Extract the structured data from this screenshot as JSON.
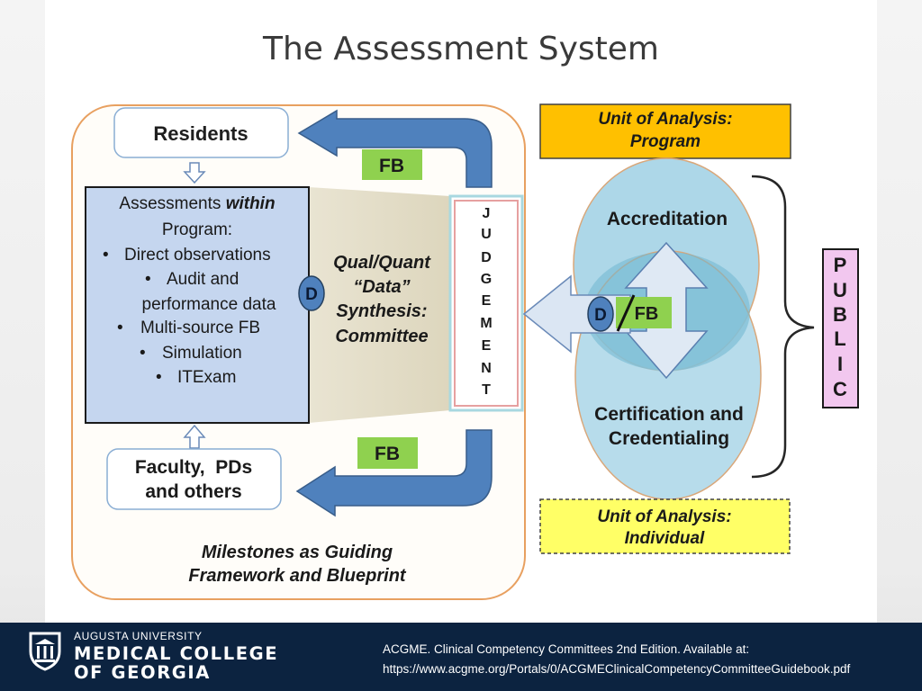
{
  "title": "The Assessment System",
  "residents_label": "Residents",
  "fb_label": "FB",
  "assessments_box": {
    "heading_plain": "Assessments ",
    "heading_emph": "within",
    "heading_line2": "Program:",
    "items": [
      "Direct observations",
      "Audit and",
      "performance data",
      "Multi-source FB",
      "Simulation",
      "ITExam"
    ]
  },
  "data_marker": "D",
  "synthesis_lines": [
    "Qual/Quant",
    "“Data”",
    "Synthesis:",
    "Committee"
  ],
  "judgement_letters": [
    "J",
    "U",
    "D",
    "G",
    "E",
    "M",
    "E",
    "N",
    "T"
  ],
  "faculty_lines": [
    "Faculty,  PDs",
    "and others"
  ],
  "milestones_lines": [
    "Milestones as Guiding",
    "Framework and Blueprint"
  ],
  "unit_program_lines": [
    "Unit of Analysis:",
    "Program"
  ],
  "unit_individual_lines": [
    "Unit of Analysis:",
    "Individual"
  ],
  "accreditation_label": "Accreditation",
  "certification_lines": [
    "Certification and",
    "Credentialing"
  ],
  "public_letters": [
    "P",
    "U",
    "B",
    "L",
    "I",
    "C"
  ],
  "footer": {
    "university": "AUGUSTA UNIVERSITY",
    "college_line1": "MEDICAL COLLEGE",
    "college_line2": "OF GEORGIA",
    "citation_line1": "ACGME. Clinical Competency Committees 2nd Edition. Available at:",
    "citation_line2": "https://www.acgme.org/Portals/0/ACGMEClinicalCompetencyCommitteeGuidebook.pdf"
  },
  "colors": {
    "frame_orange": "#e8a060",
    "assess_fill": "#c5d6ef",
    "fb_green": "#8fd14f",
    "arrow_blue": "#4f81bd",
    "unit_program_fill": "#ffc000",
    "unit_individual_fill": "#ffff66",
    "circle_fill": "#9fd0e4",
    "public_fill": "#f2c7ef",
    "footer_navy": "#0c2340"
  }
}
